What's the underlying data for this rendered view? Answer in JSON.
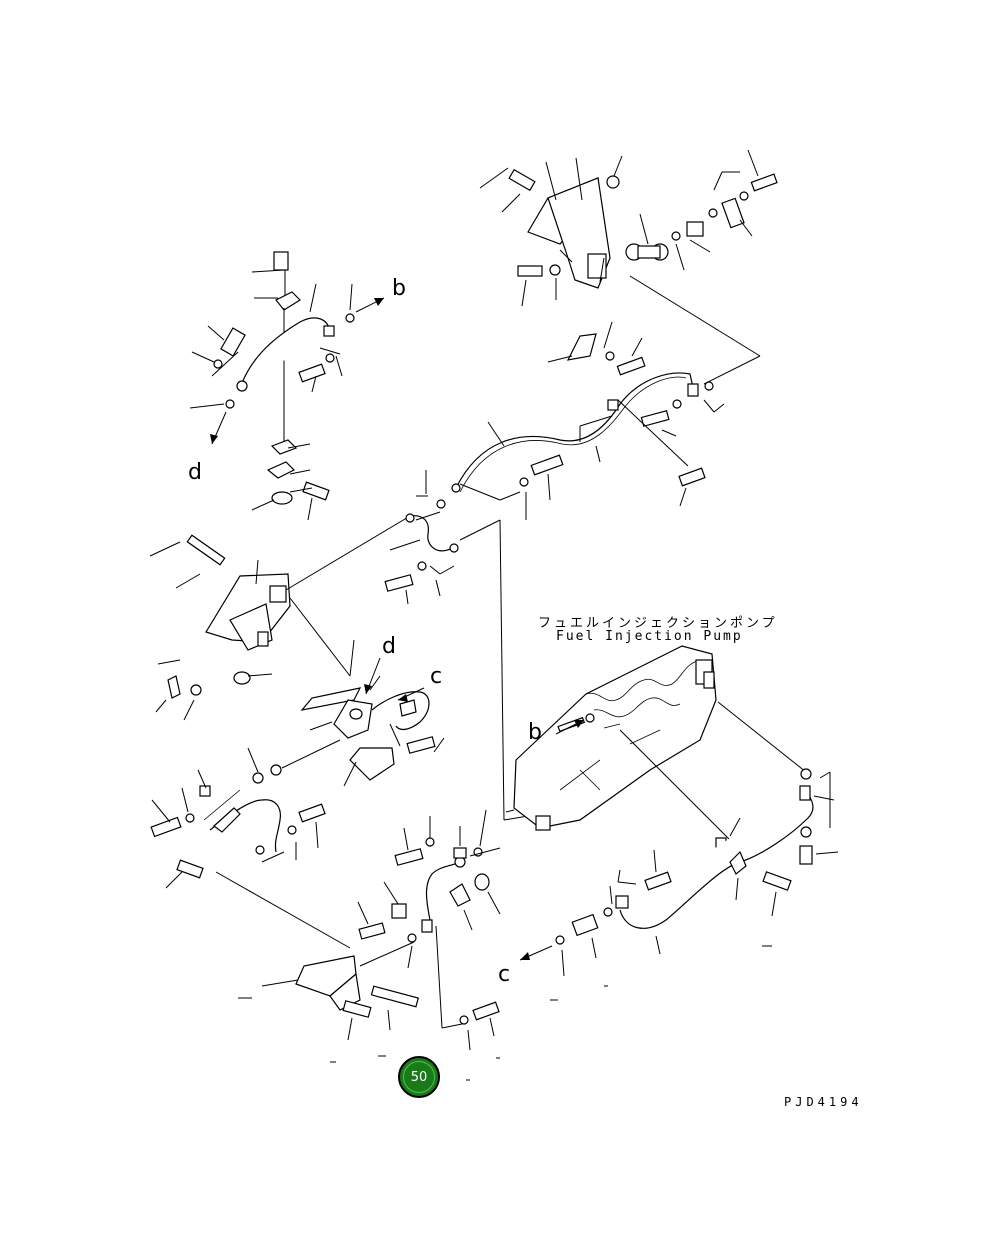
{
  "labels": {
    "b_top": "b",
    "d_left": "d",
    "d_center": "d",
    "c_center": "c",
    "b_pump": "b",
    "c_bottom": "c"
  },
  "pump_name_jp": "フュエルインジェクションポンプ",
  "pump_name_en": "Fuel Injection Pump",
  "drawing_number": "PJD4194",
  "page_badge": {
    "number": "50",
    "color": "#1a7a1a"
  },
  "icons": [
    "arrow-icon"
  ]
}
